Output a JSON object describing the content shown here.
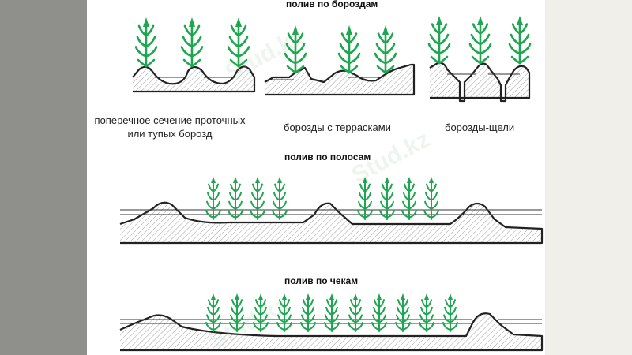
{
  "titles": {
    "furrows": "полив по бороздам",
    "strips": "полив по полосам",
    "checks": "полив по чекам"
  },
  "captions": {
    "cross_section_line1": "поперечное сечение проточных",
    "cross_section_line2": "или тупых борозд",
    "terraced": "борозды с террасками",
    "slot": "борозды-щели"
  },
  "watermark": "Stud.kz",
  "colors": {
    "plant": "#1ea650",
    "ground": "#222222",
    "hatch": "#555555",
    "water": "#333333",
    "left_panel": "#8f8f8b",
    "right_panel": "#f1efe9"
  }
}
